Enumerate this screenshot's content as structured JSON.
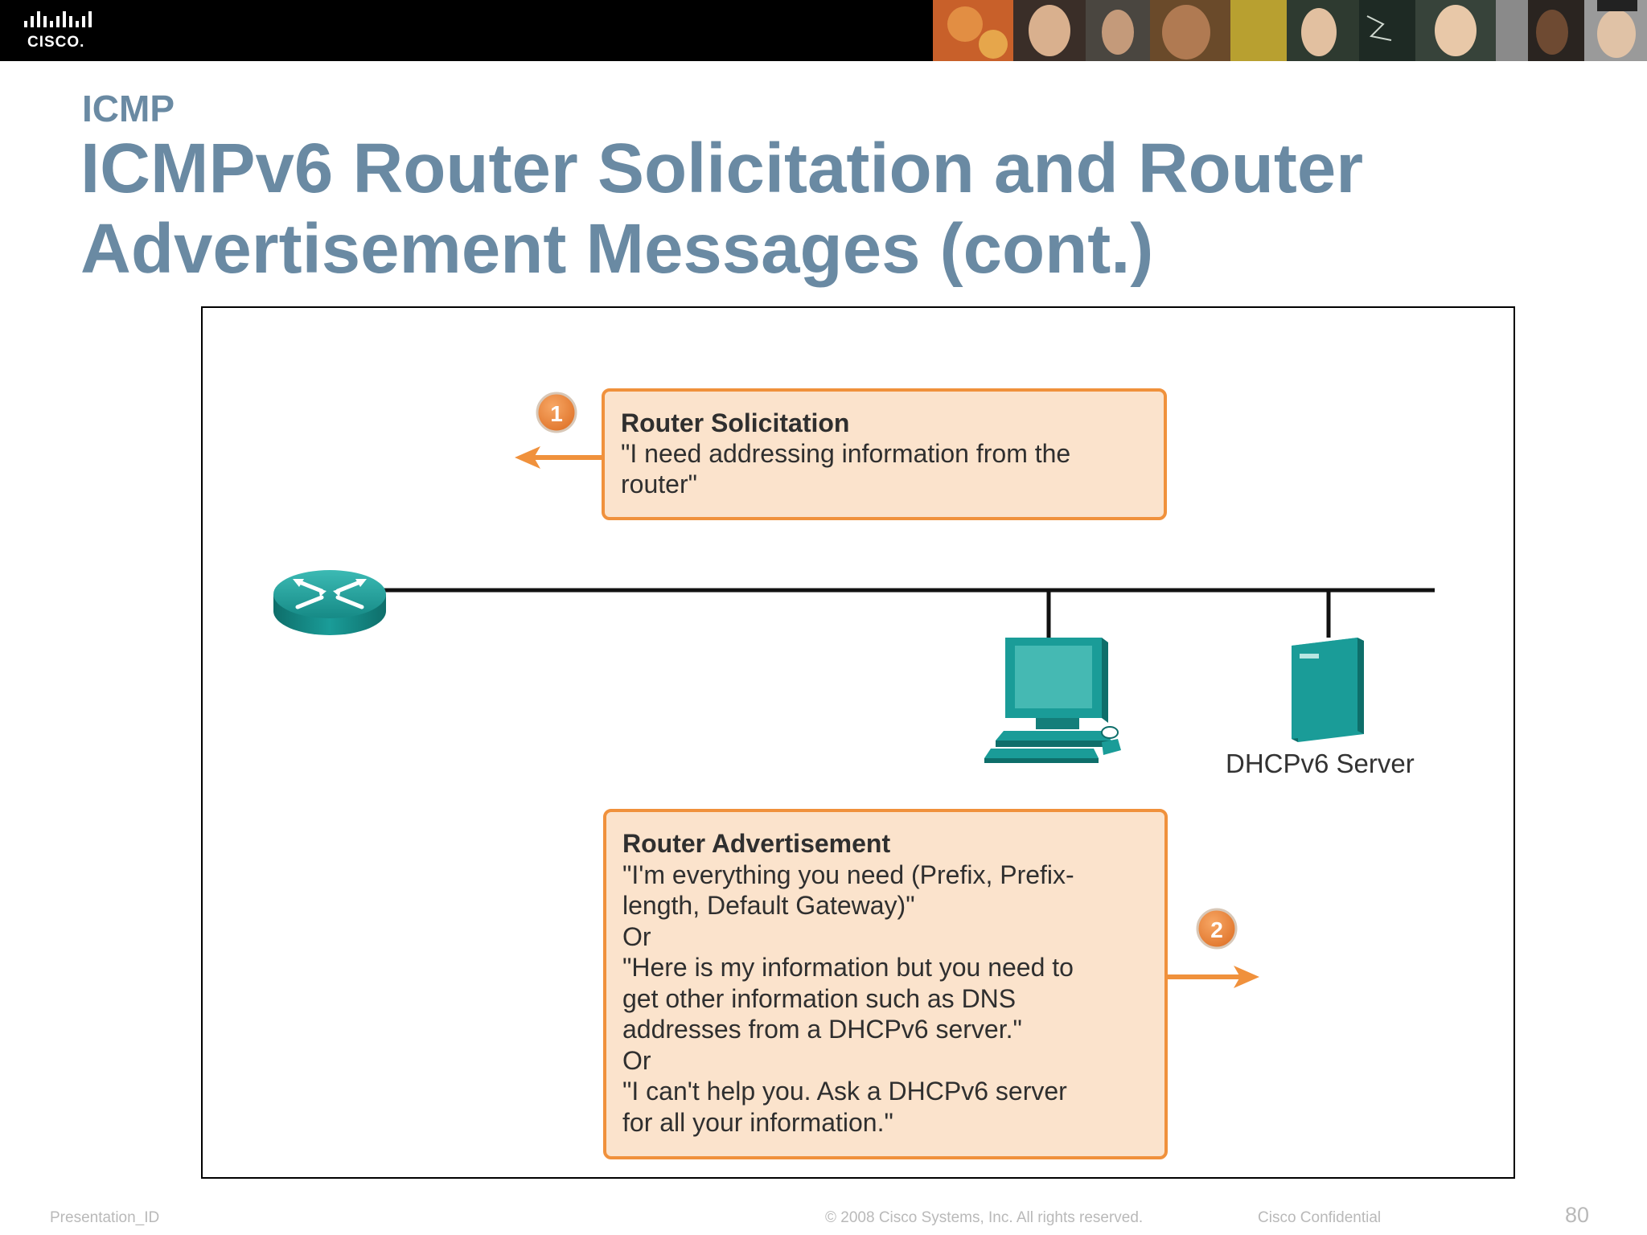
{
  "header": {
    "logo_text": "CISCO."
  },
  "slide": {
    "section": "ICMP",
    "title_line1": "ICMPv6 Router Solicitation and Router",
    "title_line2": "Advertisement Messages (cont.)"
  },
  "diagram": {
    "step1_badge": "1",
    "step2_badge": "2",
    "router_solicitation": {
      "title": "Router Solicitation",
      "lines": [
        "\"I need addressing information from the",
        "router\""
      ]
    },
    "router_advertisement": {
      "title": "Router Advertisement",
      "lines": [
        "\"I'm everything you need (Prefix, Prefix-",
        "length, Default Gateway)\"",
        "Or",
        "\"Here is my information but you need to",
        "get other information such as DNS",
        "addresses from a DHCPv6 server.\"",
        "Or",
        "\"I can't help you. Ask a DHCPv6 server",
        "for all your information.\""
      ]
    },
    "server_label": "DHCPv6 Server",
    "colors": {
      "callout_fill": "#fbe3cc",
      "callout_border": "#f0913c",
      "device_teal": "#1a9c98"
    }
  },
  "footer": {
    "presentation_id": "Presentation_ID",
    "copyright": "© 2008 Cisco Systems, Inc. All rights reserved.",
    "confidential": "Cisco Confidential",
    "page_number": "80"
  }
}
